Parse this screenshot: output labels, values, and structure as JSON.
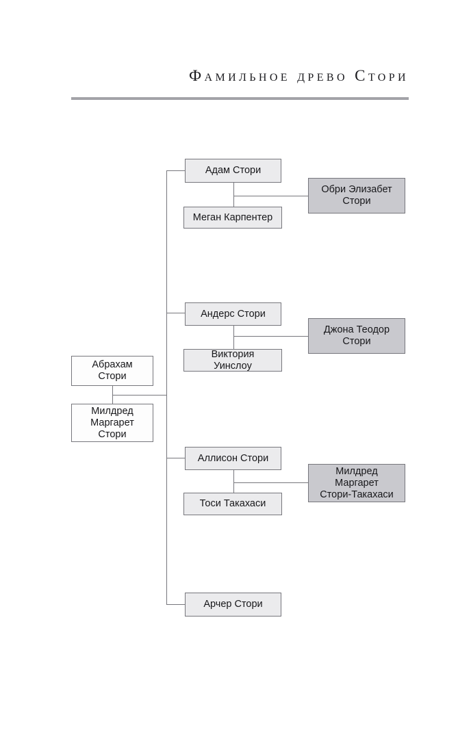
{
  "document": {
    "title": "Фамильное древо Стори",
    "rule": {
      "color": "#a3a3a8"
    }
  },
  "palette": {
    "root_fill": "#fdfdfd",
    "parent_fill": "#ebebed",
    "child_fill": "#c9c9ce",
    "border": "#76767c",
    "text": "#17171a"
  },
  "tree": {
    "root_couple": [
      {
        "id": "abraham",
        "name": "Абрахам\nСтори",
        "role": "root"
      },
      {
        "id": "mildred-margaret",
        "name": "Милдред\nМаргарет\nСтори",
        "role": "root-spouse"
      }
    ],
    "branches": [
      {
        "id": "branch-adam",
        "couple": [
          {
            "id": "adam",
            "name": "Адам Стори",
            "role": "child-of-root"
          },
          {
            "id": "megan",
            "name": "Меган Карпентер",
            "role": "spouse"
          }
        ],
        "children": [
          {
            "id": "aubrey",
            "name": "Обри Элизабет\nСтори",
            "role": "grandchild"
          }
        ]
      },
      {
        "id": "branch-anders",
        "couple": [
          {
            "id": "anders",
            "name": "Андерс Стори",
            "role": "child-of-root"
          },
          {
            "id": "victoria",
            "name": "Виктория\nУинслоу",
            "role": "spouse"
          }
        ],
        "children": [
          {
            "id": "jonah",
            "name": "Джона Теодор\nСтори",
            "role": "grandchild"
          }
        ]
      },
      {
        "id": "branch-allison",
        "couple": [
          {
            "id": "allison",
            "name": "Аллисон Стори",
            "role": "child-of-root"
          },
          {
            "id": "toshi",
            "name": "Тоси Такахаси",
            "role": "spouse"
          }
        ],
        "children": [
          {
            "id": "mildred-takahashi",
            "name": "Милдред\nМаргарет\nСтори-Такахаси",
            "role": "grandchild"
          }
        ]
      },
      {
        "id": "branch-archer",
        "couple": [
          {
            "id": "archer",
            "name": "Арчер Стори",
            "role": "child-of-root"
          }
        ],
        "children": []
      }
    ]
  }
}
